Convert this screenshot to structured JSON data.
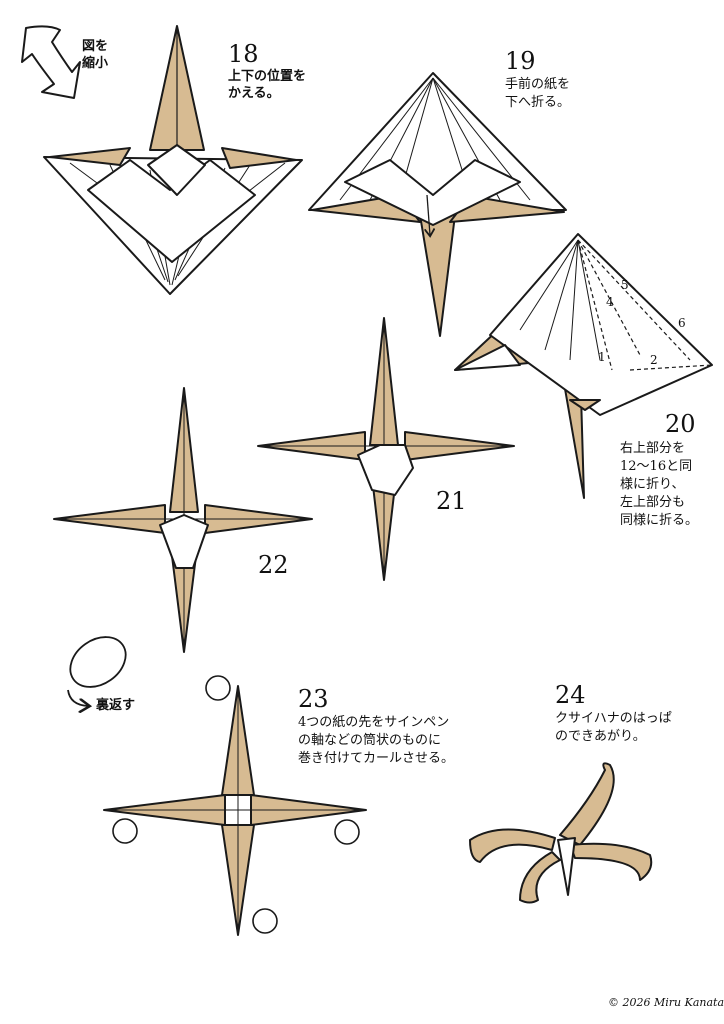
{
  "colors": {
    "paper_back": "#d7bb92",
    "paper_front": "#ffffff",
    "ink": "#1a1a1a"
  },
  "corner": {
    "label": "図を\n縮小",
    "icon": "shrink-arrow-icon"
  },
  "steps": [
    {
      "number": "18",
      "text": "上下の位置を\nかえる。"
    },
    {
      "number": "19",
      "text": "手前の紙を\n下へ折る。"
    },
    {
      "number": "20",
      "text": "右上部分を\n12〜16と同\n様に折り、\n左上部分も\n同様に折る。",
      "fold_marks": [
        "1",
        "2",
        "4",
        "5",
        "6"
      ]
    },
    {
      "number": "21"
    },
    {
      "number": "22"
    },
    {
      "number": "23",
      "text": "4つの紙の先をサインペン\nの軸などの筒状のものに\n巻き付けてカールさせる。"
    },
    {
      "number": "24",
      "text": "クサイハナのはっぱ\nのできあがり。"
    }
  ],
  "flip": {
    "label": "裏返す",
    "icon": "turn-over-icon"
  },
  "copyright": "© 2026 Miru Kanata"
}
